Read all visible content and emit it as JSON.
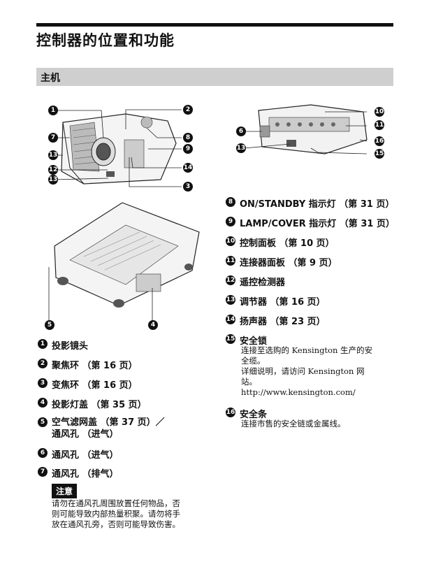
{
  "page_title": "控制器的位置和功能",
  "section_title": "主机",
  "callouts": [
    "1",
    "2",
    "3",
    "4",
    "5",
    "6",
    "7",
    "8",
    "9",
    "10",
    "11",
    "12",
    "13",
    "14",
    "15",
    "16"
  ],
  "items_left": [
    {
      "n": "1",
      "label": "投影镜头"
    },
    {
      "n": "2",
      "label": "聚焦环 （第 16 页）"
    },
    {
      "n": "3",
      "label": "变焦环 （第 16 页）"
    },
    {
      "n": "4",
      "label": "投影灯盖 （第 35 页）"
    },
    {
      "n": "5",
      "label": "空气滤网盖 （第 37 页）／\n通风孔 （进气）"
    },
    {
      "n": "6",
      "label": "通风孔 （进气）"
    },
    {
      "n": "7",
      "label": "通风孔 （排气）"
    }
  ],
  "items_right": [
    {
      "n": "8",
      "label": "ON/STANDBY 指示灯 （第 31 页）"
    },
    {
      "n": "9",
      "label": "LAMP/COVER 指示灯 （第 31 页）"
    },
    {
      "n": "10",
      "label": "控制面板 （第 10 页）"
    },
    {
      "n": "11",
      "label": "连接器面板 （第 9 页）"
    },
    {
      "n": "12",
      "label": "遥控检测器"
    },
    {
      "n": "13",
      "label": "调节器 （第 16 页）"
    },
    {
      "n": "14",
      "label": "扬声器 （第 23 页）"
    },
    {
      "n": "15",
      "label": "安全锁"
    },
    {
      "n": "16",
      "label": "安全条"
    }
  ],
  "item15_desc": "连接至选购的 Kensington 生产的安\n全缆。\n详细说明，请访问 Kensington 网\n站。\nhttp://www.kensington.com/",
  "item16_desc": "连接市售的安全链或金属线。",
  "note": {
    "tag": "注意",
    "text": "请勿在通风孔周围放置任何物品，否\n则可能导致内部热量积聚。请勿将手\n放在通风孔旁，否则可能导致伤害。"
  }
}
